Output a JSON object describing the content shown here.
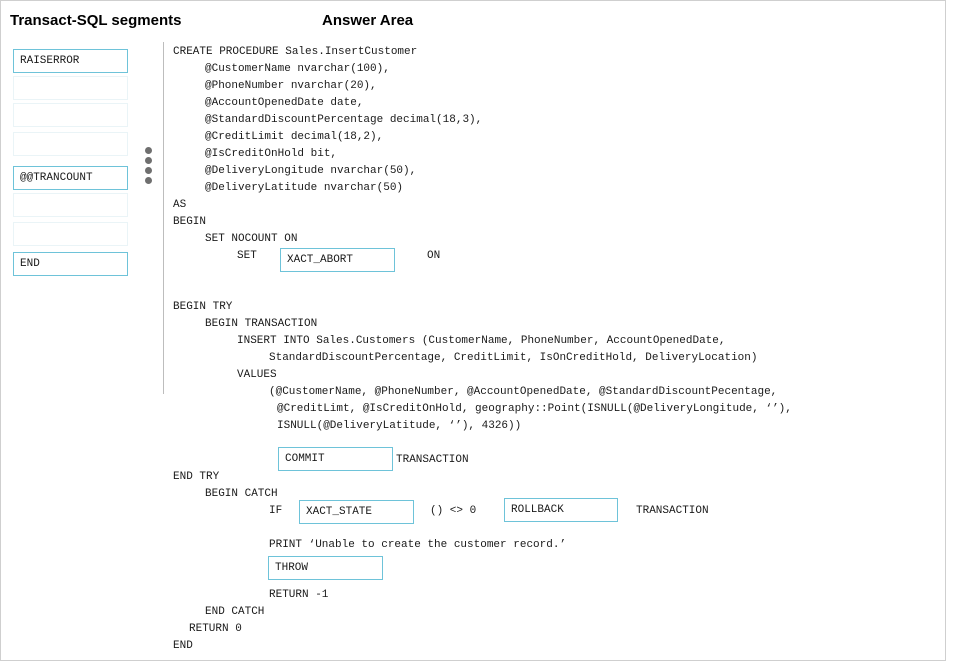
{
  "headings": {
    "left": "Transact-SQL segments",
    "right": "Answer Area"
  },
  "segments": [
    {
      "label": "RAISERROR"
    },
    {
      "label": ""
    },
    {
      "label": ""
    },
    {
      "label": ""
    },
    {
      "label": "@@TRANCOUNT"
    },
    {
      "label": ""
    },
    {
      "label": ""
    },
    {
      "label": "END"
    }
  ],
  "code": {
    "l01": "CREATE PROCEDURE Sales.InsertCustomer",
    "l02": "@CustomerName nvarchar(100),",
    "l03": "@PhoneNumber nvarchar(20),",
    "l04": "@AccountOpenedDate date,",
    "l05": "@StandardDiscountPercentage decimal(18,3),",
    "l06": "@CreditLimit decimal(18,2),",
    "l07": "@IsCreditOnHold bit,",
    "l08": "@DeliveryLongitude nvarchar(50),",
    "l09": "@DeliveryLatitude nvarchar(50)",
    "l10": "AS",
    "l11": "BEGIN",
    "l12": "SET NOCOUNT ON",
    "l13a": "SET",
    "l13b": "ON",
    "l14": "BEGIN TRY",
    "l15": "BEGIN TRANSACTION",
    "l16": "INSERT INTO Sales.Customers (CustomerName, PhoneNumber, AccountOpenedDate,",
    "l17": "StandardDiscountPercentage, CreditLimit, IsOnCreditHold, DeliveryLocation)",
    "l18": "VALUES",
    "l19": "(@CustomerName, @PhoneNumber, @AccountOpenedDate, @StandardDiscountPecentage,",
    "l20": "@CreditLimt, @IsCreditOnHold, geography::Point(ISNULL(@DeliveryLongitude, ‘’),",
    "l21": "ISNULL(@DeliveryLatitude, ‘’), 4326))",
    "l22b": "TRANSACTION",
    "l23": "END TRY",
    "l24": "BEGIN CATCH",
    "l25a": "IF",
    "l25b": "() <> 0",
    "l25c": "TRANSACTION",
    "l26": "PRINT ‘Unable to create the customer record.’",
    "l28": "RETURN -1",
    "l29": "END CATCH",
    "l30": "RETURN 0",
    "l31": "END"
  },
  "answer_boxes": {
    "xact_abort": "XACT_ABORT",
    "commit": "COMMIT",
    "xact_state": "XACT_STATE",
    "rollback": "ROLLBACK",
    "throw": "THROW"
  }
}
